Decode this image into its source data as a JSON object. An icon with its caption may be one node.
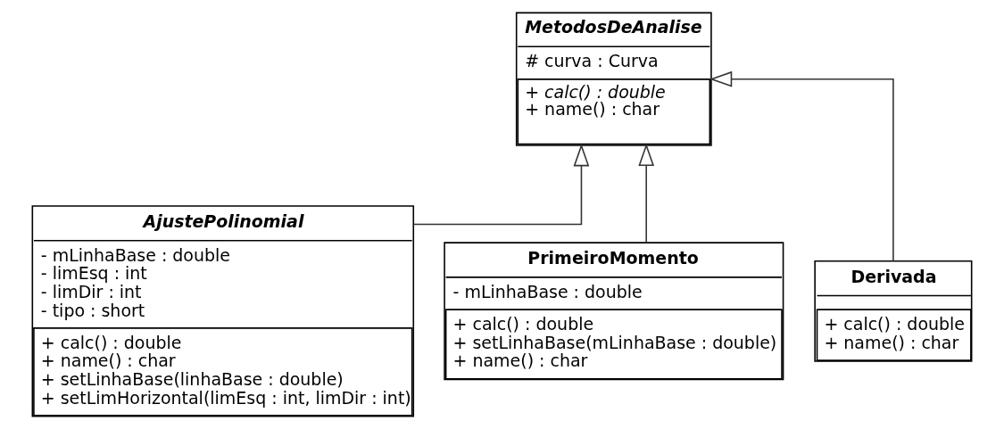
{
  "diagram": {
    "nodes": [
      {
        "text": [
          "MetodosDeAnalise",
          "# curva : Curva",
          "+ calc() : double",
          "+ name() : char"
        ]
      },
      {
        "text": [
          "AjustePolinomial",
          "- mLinhaBase : double",
          "- limEsq : int",
          "- limDir : int",
          "- tipo : short",
          "+ calc() : double",
          "+ name() : char",
          "+ setLinhaBase(linhaBase : double)",
          "+ setLimHorizontal(limEsq : int, limDir : int)"
        ]
      },
      {
        "text": [
          "PrimeiroMomento",
          "- mLinhaBase : double",
          "+ calc() : double",
          "+ setLinhaBase(mLinhaBase : double)",
          "+ name() : char"
        ]
      },
      {
        "text": [
          "Derivada",
          "+ calc() : double",
          "+ name() : char"
        ]
      }
    ],
    "edges": [
      {
        "from": 1,
        "to": 0,
        "arrow": "to"
      },
      {
        "from": 2,
        "to": 0,
        "arrow": "to"
      },
      {
        "from": 3,
        "to": 0,
        "arrow": "to"
      }
    ]
  }
}
